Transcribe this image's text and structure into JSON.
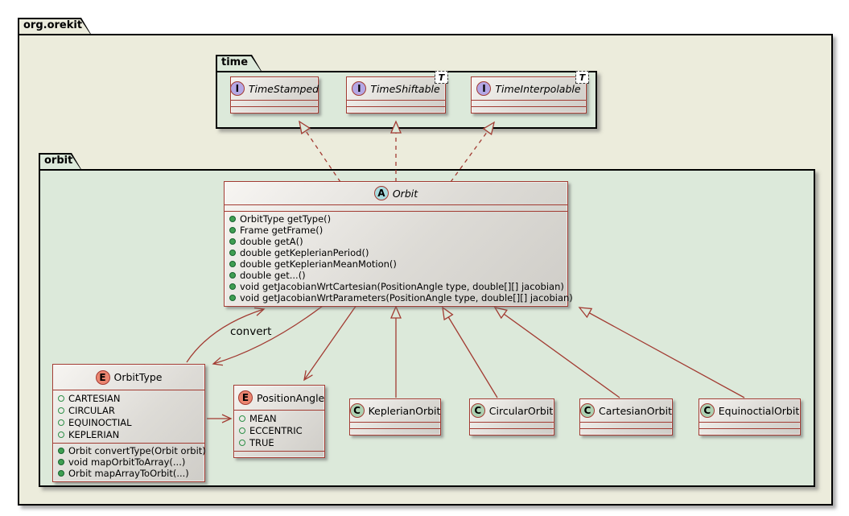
{
  "colors": {
    "line": "#A23B32",
    "outer_package_bg": "#ECECDC",
    "inner_package_bg": "#DCE9DA",
    "spot_abstract": "#A9DCDF",
    "spot_interface": "#B4A7E5",
    "spot_enum": "#EB8570",
    "spot_class": "#ADD1B2"
  },
  "root_package": {
    "name": "org.orekit"
  },
  "time_package": {
    "name": "time",
    "interfaces": [
      {
        "spot": "I",
        "name": "TimeStamped"
      },
      {
        "spot": "I",
        "name": "TimeShiftable",
        "generic": "T"
      },
      {
        "spot": "I",
        "name": "TimeInterpolable",
        "generic": "T"
      }
    ]
  },
  "orbit_package": {
    "name": "orbit",
    "orbit_class": {
      "spot": "A",
      "name": "Orbit",
      "methods": [
        "OrbitType getType()",
        "Frame getFrame()",
        "double getA()",
        "double getKeplerianPeriod()",
        "double getKeplerianMeanMotion()",
        "double get...()",
        "void getJacobianWrtCartesian(PositionAngle type, double[][] jacobian)",
        "void getJacobianWrtParameters(PositionAngle type, double[][] jacobian)"
      ]
    },
    "orbit_type_enum": {
      "spot": "E",
      "name": "OrbitType",
      "constants": [
        "CARTESIAN",
        "CIRCULAR",
        "EQUINOCTIAL",
        "KEPLERIAN"
      ],
      "methods": [
        "Orbit convertType(Orbit orbit)",
        "void mapOrbitToArray(...)",
        "Orbit mapArrayToOrbit(...)"
      ]
    },
    "position_angle_enum": {
      "spot": "E",
      "name": "PositionAngle",
      "constants": [
        "MEAN",
        "ECCENTRIC",
        "TRUE"
      ]
    },
    "subclasses": [
      {
        "spot": "C",
        "name": "KeplerianOrbit"
      },
      {
        "spot": "C",
        "name": "CircularOrbit"
      },
      {
        "spot": "C",
        "name": "CartesianOrbit"
      },
      {
        "spot": "C",
        "name": "EquinoctialOrbit"
      }
    ],
    "edge_labels": {
      "convert": "convert"
    }
  }
}
